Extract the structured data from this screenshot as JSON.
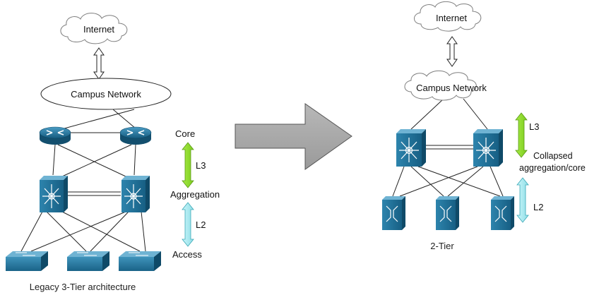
{
  "legacy": {
    "internet_label": "Internet",
    "campus_label": "Campus Network",
    "core_label": "Core",
    "aggregation_label": "Aggregation",
    "access_label": "Access",
    "l3_label": "L3",
    "l2_label": "L2",
    "caption": "Legacy 3-Tier architecture"
  },
  "two_tier": {
    "internet_label": "Internet",
    "campus_label": "Campus Network",
    "l3_label": "L3",
    "l2_label": "L2",
    "collapsed_label_line1": "Collapsed",
    "collapsed_label_line2": "aggregation/core",
    "caption": "2-Tier"
  },
  "colors": {
    "device_blue": "#1f6d94",
    "device_dark": "#0f4a68",
    "l3_green": "#8fdc2c",
    "l2_cyan": "#a8ecf2",
    "big_arrow": "#a9a9a9"
  },
  "icons": {
    "router": "router-icon",
    "multilayer_switch": "multilayer-switch-icon",
    "access_switch": "access-switch-icon",
    "cloud": "cloud-icon",
    "transition_arrow": "right-arrow-icon"
  }
}
